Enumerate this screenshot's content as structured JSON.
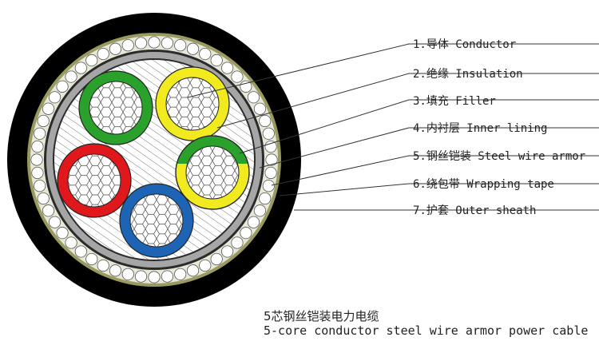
{
  "callouts": [
    {
      "label": "1.导体 Conductor"
    },
    {
      "label": "2.绝缘 Insulation"
    },
    {
      "label": "3.填充 Filler"
    },
    {
      "label": "4.内衬层 Inner lining"
    },
    {
      "label": "5.钢丝铠装 Steel wire armor"
    },
    {
      "label": "6.绕包带 Wrapping tape"
    },
    {
      "label": "7.护套 Outer sheath"
    }
  ],
  "caption": {
    "zh": "5芯钢丝铠装电力电缆",
    "en": "5-core conductor steel wire armor power cable"
  },
  "colors": {
    "outer_sheath": "#000000",
    "wrapping_tape": "#9a9a60",
    "steel_wire": "#ffffff",
    "inner_lining": "#a6a6a6",
    "filler_hatch": "#555555",
    "core_green": "#2aa12a",
    "core_yellow": "#f0ea1e",
    "core_red": "#e0181c",
    "core_blue": "#1e64b4",
    "core_yellow_green_stripe": "#2aa12a"
  }
}
